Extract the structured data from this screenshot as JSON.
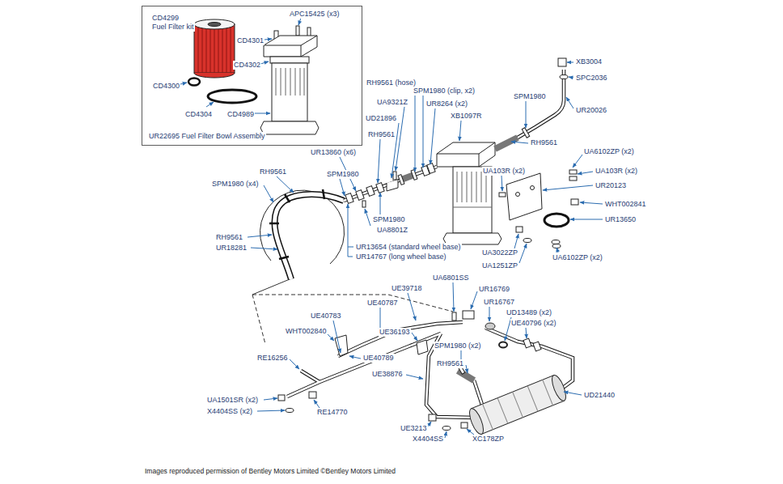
{
  "diagram": {
    "caption": "Images reproduced permission of Bentley Motors Limited ©Bentley Motors Limited",
    "nodes": [
      {
        "text": [
          "CD4299 Fuel Filter kit",
          "APC15425 (x3)",
          "CD4301",
          "CD4302",
          "CD4300",
          "CD4304",
          "CD4989",
          "UR22695 Fuel Filter Bowl Assembly"
        ]
      }
    ],
    "labels": [
      "XB3004",
      "SPC2036",
      "RH9561 (hose)",
      "SPM1980 (clip, x2)",
      "SPM1980",
      "UA9321Z",
      "UR8264 (x2)",
      "UR20026",
      "XB1097R",
      "UD21896",
      "RH9561",
      "RH9561",
      "UA6102ZP (x2)",
      "UR13860 (x6)",
      "UA103R (x2)",
      "UA103R (x2)",
      "RH9561",
      "SPM1980",
      "SPM1980 (x4)",
      "UR20123",
      "WHT002841",
      "SPM1980",
      "UR13650",
      "UA8801Z",
      "RH9561",
      "UR13654 (standard wheel base)",
      "UR18281",
      "UA3022ZP",
      "UA6102ZP (x2)",
      "UR14767 (long wheel base)",
      "UA1251ZP",
      "UA6801SS",
      "UE39718",
      "UR16769",
      "UE40787",
      "UR16767",
      "UD13489 (x2)",
      "UE40783",
      "UE40796 (x2)",
      "WHT002840",
      "UE36193",
      "SPM1980 (x2)",
      "RE16256",
      "UE40789",
      "RH9561",
      "UE38876",
      "UD21440",
      "UA1501SR (x2)",
      "X4404SS (x2)",
      "RE14770",
      "UE3213",
      "X4404SS",
      "XC178ZP"
    ]
  }
}
